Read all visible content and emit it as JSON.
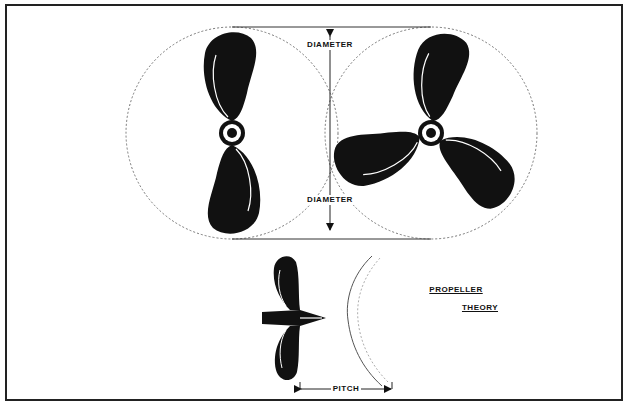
{
  "diagram": {
    "labels": [
      "DIAMETER",
      "DIAMETER",
      "PROPELLER",
      "THEORY",
      "PITCH"
    ]
  }
}
